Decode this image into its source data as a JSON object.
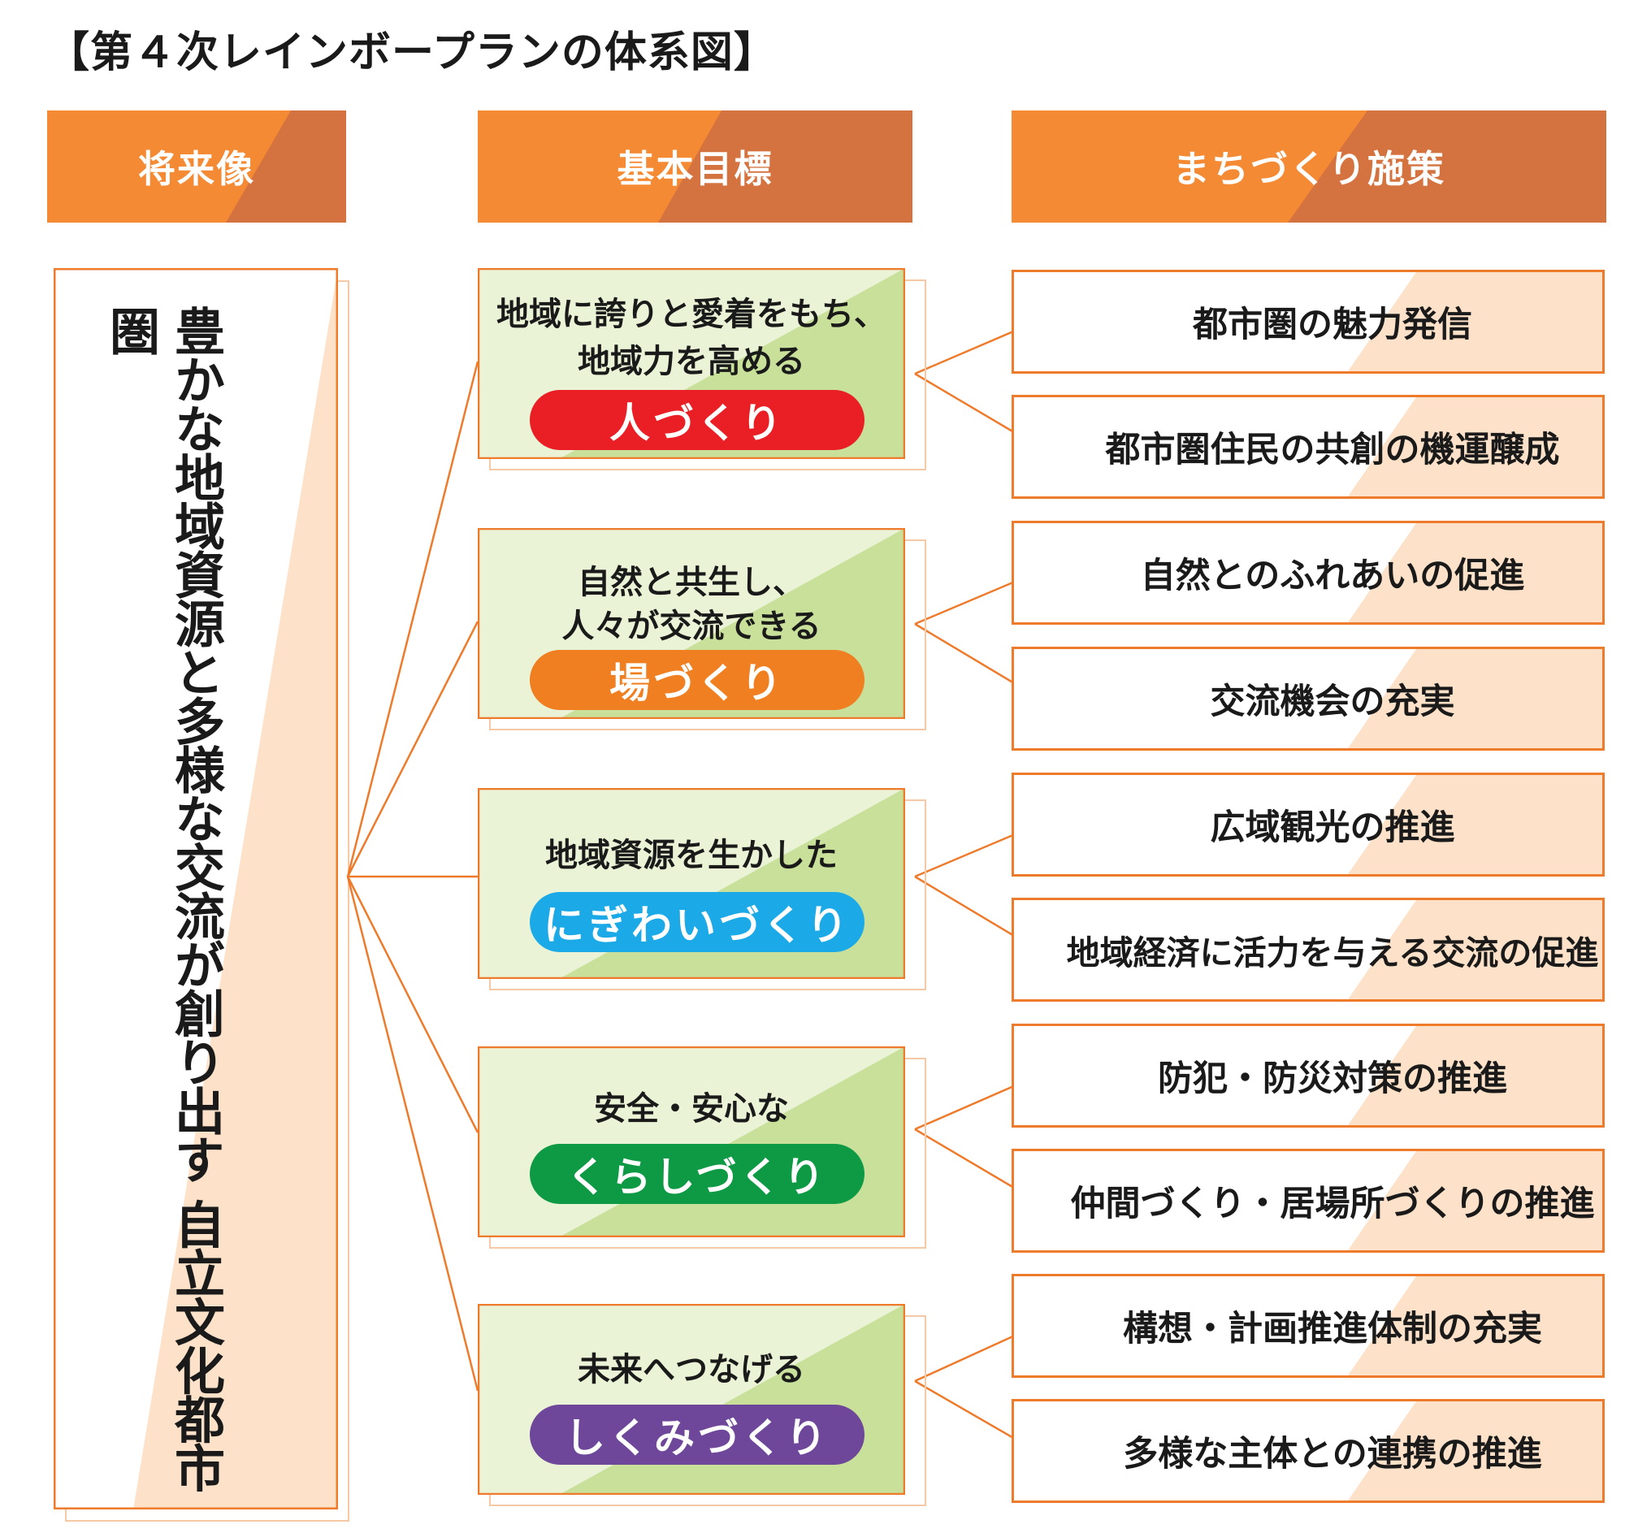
{
  "title": "【第４次レインボープランの体系図】",
  "headers": {
    "vision": "将来像",
    "goals": "基本目標",
    "measures": "まちづくり施策"
  },
  "vision": "豊かな地域資源と多様な交流が創り出す 自立文化都市圏",
  "goals": [
    {
      "lines": [
        "地域に誇りと愛着をもち、",
        "地域力を高める"
      ],
      "pill": "人づくり",
      "color": "#ea1f25",
      "measures": [
        "都市圏の魅力発信",
        "都市圏住民の共創の機運醸成"
      ]
    },
    {
      "lines": [
        "自然と共生し、",
        "人々が交流できる"
      ],
      "pill": "場づくり",
      "color": "#f07f22",
      "measures": [
        "自然とのふれあいの促進",
        "交流機会の充実"
      ]
    },
    {
      "lines": [
        "地域資源を生かした"
      ],
      "pill": "にぎわいづくり",
      "color": "#1ba9e8",
      "measures": [
        "広域観光の推進",
        "地域経済に活力を与える交流の促進"
      ]
    },
    {
      "lines": [
        "安全・安心な"
      ],
      "pill": "くらしづくり",
      "color": "#0e9a45",
      "measures": [
        "防犯・防災対策の推進",
        "仲間づくり・居場所づくりの推進"
      ]
    },
    {
      "lines": [
        "未来へつなげる"
      ],
      "pill": "しくみづくり",
      "color": "#6e479a",
      "measures": [
        "構想・計画推進体制の充実",
        "多様な主体との連携の推進"
      ]
    }
  ],
  "colors": {
    "header_light": "#f58a34",
    "header_dark": "#d4733f",
    "line": "#ee7b2c",
    "goal_fill": "#c8e09a",
    "goal_light": "#eaf3d6",
    "measure_fill": "#fde1c8"
  }
}
